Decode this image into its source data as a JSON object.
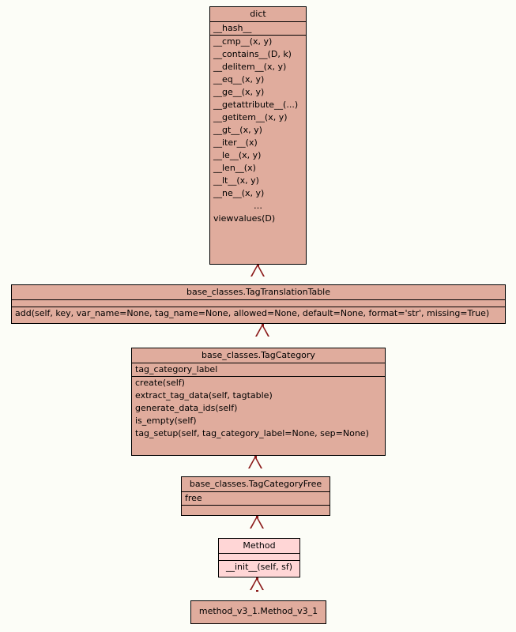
{
  "diagram": {
    "type": "uml-class-inheritance",
    "background_color": "#fcfdf7",
    "class_fill_color": "#e0ac9d",
    "class_fill_color_light": "#ffd6d6",
    "border_color": "#000000",
    "arrow_color": "#8b1a1a",
    "classes": [
      {
        "id": "dict",
        "name": "dict",
        "attributes": [
          "__hash__"
        ],
        "methods": [
          "__cmp__(x, y)",
          "__contains__(D, k)",
          "__delitem__(x, y)",
          "__eq__(x, y)",
          "__ge__(x, y)",
          "__getattribute__(...)",
          "__getitem__(x, y)",
          "__gt__(x, y)",
          "__iter__(x)",
          "__le__(x, y)",
          "__len__(x)",
          "__lt__(x, y)",
          "__ne__(x, y)",
          "…",
          "viewvalues(D)"
        ]
      },
      {
        "id": "tagtranslationtable",
        "name": "base_classes.TagTranslationTable",
        "attributes": [],
        "methods": [
          "add(self, key, var_name=None, tag_name=None, allowed=None, default=None, format='str', missing=True)"
        ]
      },
      {
        "id": "tagcategory",
        "name": "base_classes.TagCategory",
        "attributes": [
          "tag_category_label"
        ],
        "methods": [
          "create(self)",
          "extract_tag_data(self, tagtable)",
          "generate_data_ids(self)",
          "is_empty(self)",
          "tag_setup(self, tag_category_label=None, sep=None)"
        ]
      },
      {
        "id": "tagcategoryfree",
        "name": "base_classes.TagCategoryFree",
        "attributes": [
          "free"
        ],
        "methods": []
      },
      {
        "id": "method",
        "name": "Method",
        "attributes": [],
        "methods": [
          "__init__(self, sf)"
        ]
      },
      {
        "id": "methodv31",
        "name": "method_v3_1.Method_v3_1",
        "attributes": [],
        "methods": []
      }
    ],
    "inheritance_edges": [
      {
        "from": "tagtranslationtable",
        "to": "dict"
      },
      {
        "from": "tagcategory",
        "to": "tagtranslationtable"
      },
      {
        "from": "tagcategoryfree",
        "to": "tagcategory"
      },
      {
        "from": "method",
        "to": "tagcategoryfree"
      },
      {
        "from": "methodv31",
        "to": "method"
      }
    ]
  }
}
